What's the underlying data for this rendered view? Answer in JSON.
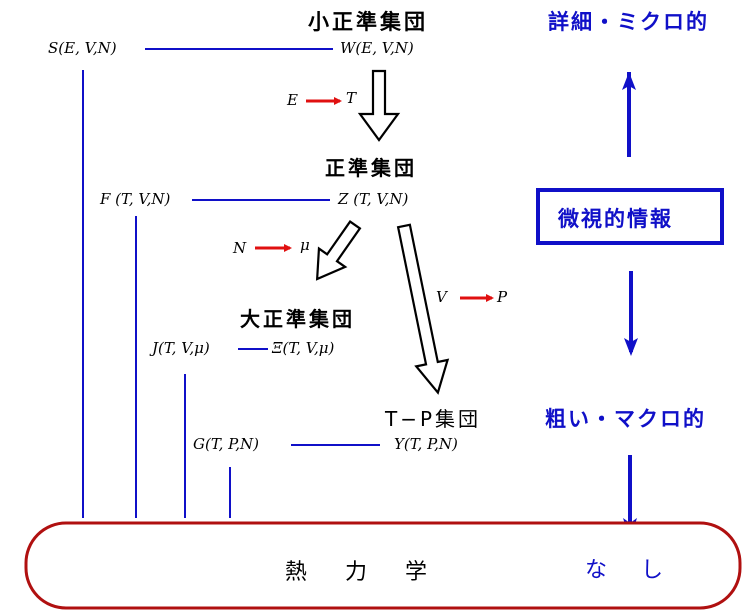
{
  "ensembles": {
    "microcanonical": {
      "title": "小正準集団",
      "left_fn": "S(E, V,N)",
      "right_fn": "W(E, V,N)"
    },
    "canonical": {
      "title": "正準集団",
      "left_fn": "F (T, V,N)",
      "right_fn": "Z (T, V,N)"
    },
    "grand_canonical": {
      "title": "大正準集団",
      "left_fn": "J(T, V,μ)",
      "right_fn": "Ξ(T, V,μ)"
    },
    "tp": {
      "title": "T−P集団",
      "left_fn": "G(T, P,N)",
      "right_fn": "Y(T, P,N)"
    }
  },
  "transitions": {
    "e_to_t": {
      "from": "E",
      "to": "T"
    },
    "n_to_mu": {
      "from": "N",
      "to": "μ"
    },
    "v_to_p": {
      "from": "V",
      "to": "P"
    }
  },
  "scale": {
    "top_label": "詳細・ミクロ的",
    "box_label": "微視的情報",
    "bottom_label": "粗い・マクロ的"
  },
  "thermodynamics": {
    "label": "熱　力　学",
    "none_label": "な　し"
  },
  "colors": {
    "blue": "#1010c8",
    "red_arrow": "#e01010",
    "thermo_border": "#b01010"
  }
}
